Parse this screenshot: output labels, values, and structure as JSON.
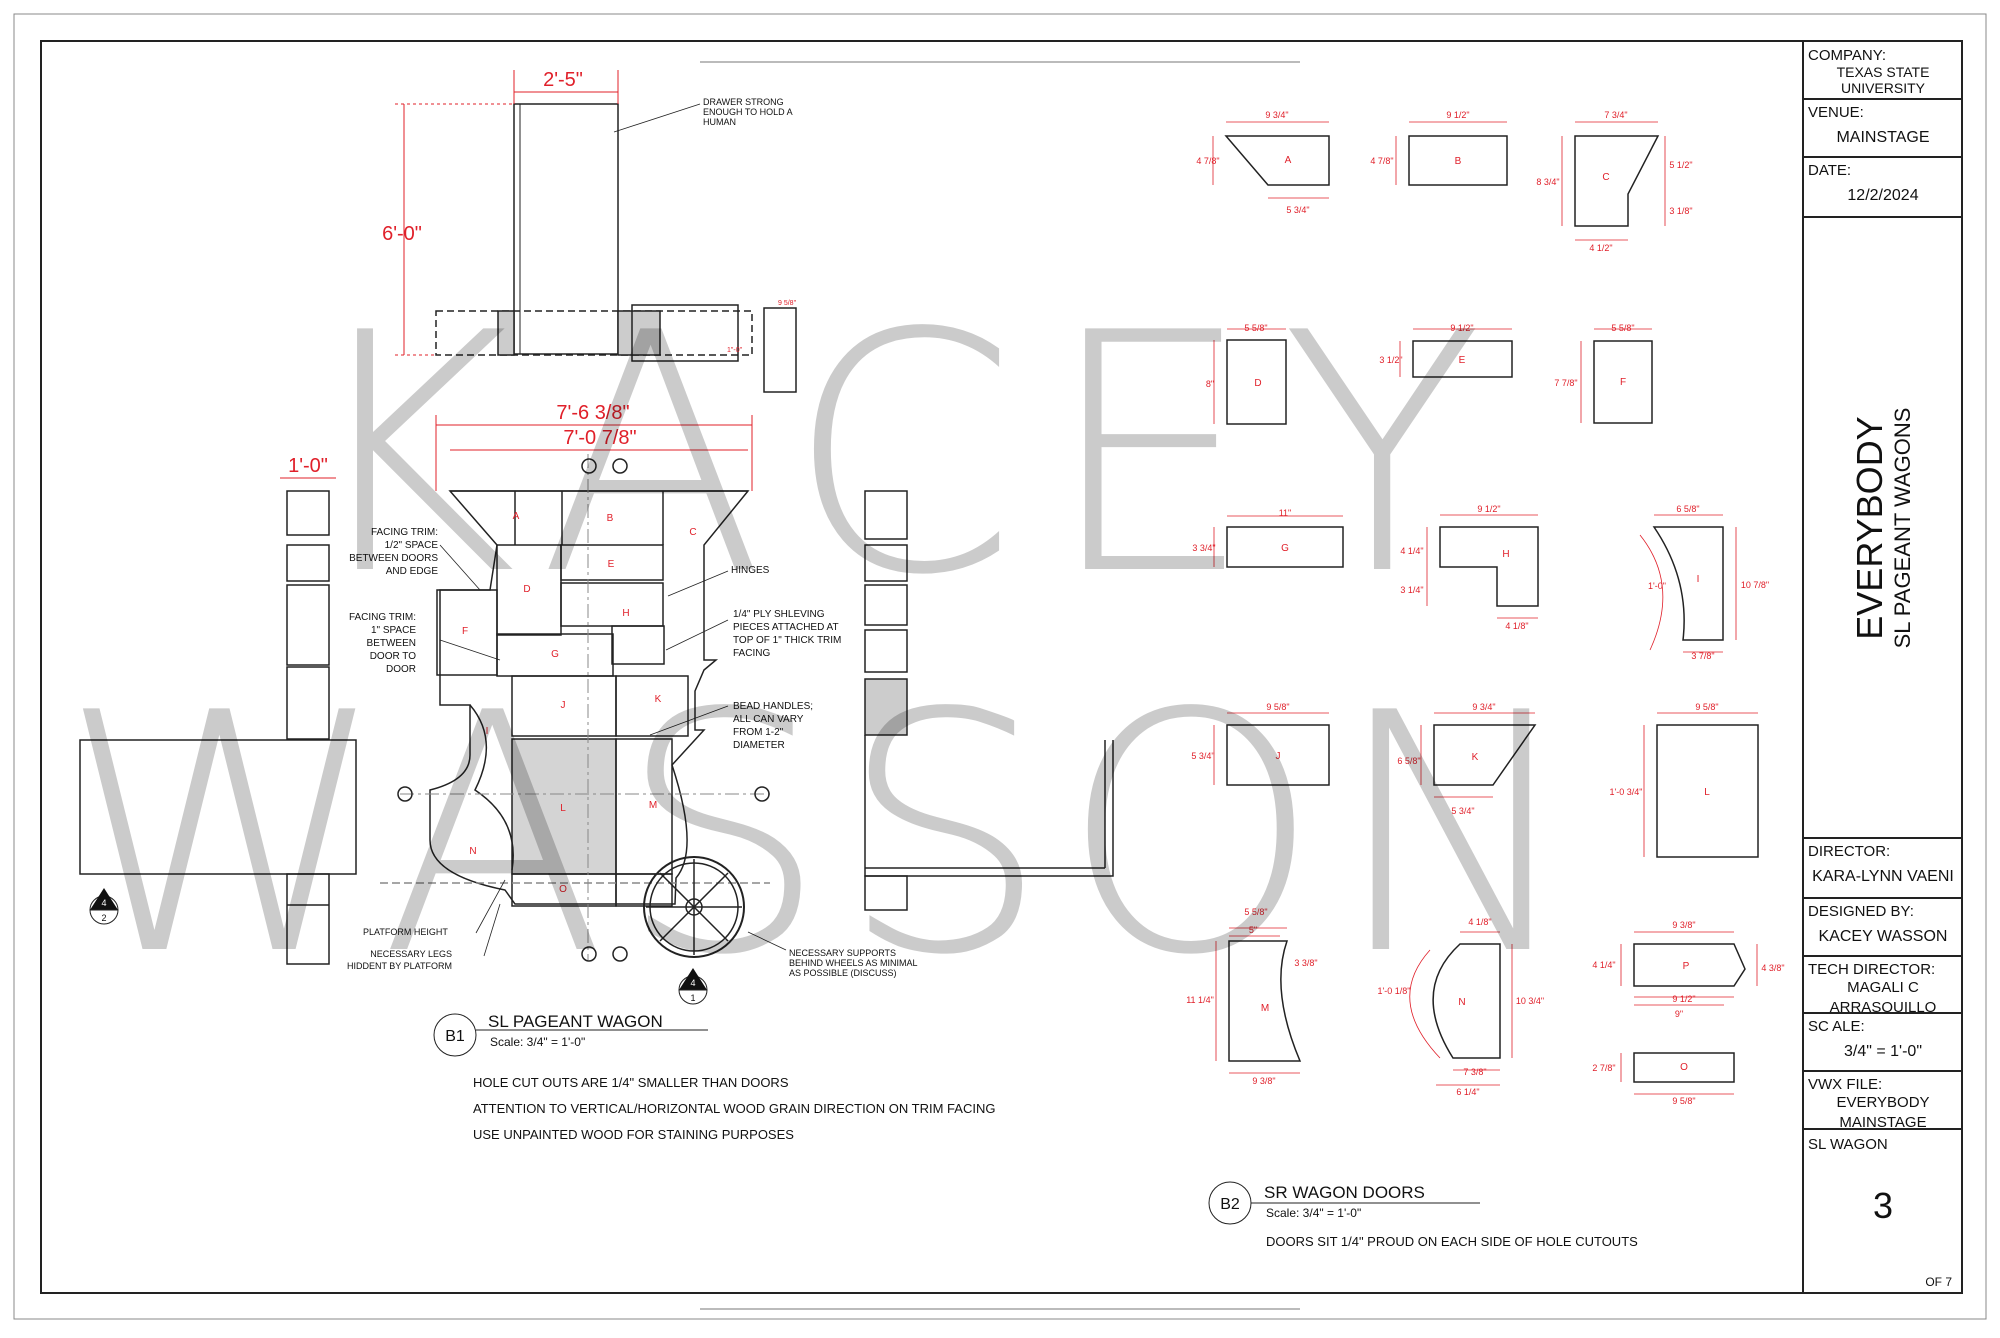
{
  "title_block": {
    "company_label": "COMPANY:",
    "company": "TEXAS STATE UNIVERSITY",
    "venue_label": "VENUE:",
    "venue": "MAINSTAGE",
    "date_label": "DATE:",
    "date": "12/2/2024",
    "show_title": "EVERYBODY",
    "show_subtitle": "SL PAGEANT WAGONS",
    "director_label": "DIRECTOR:",
    "director": "KARA-LYNN VAENI",
    "designed_by_label": "DESIGNED BY:",
    "designed_by": "KACEY WASSON",
    "tech_director_label": "TECH DIRECTOR:",
    "tech_director": "MAGALI C ARRASQUILLO",
    "scale_label": "SC ALE:",
    "scale": "3/4\" = 1'-0\"",
    "vwx_label": "VWX FILE:",
    "vwx": "EVERYBODY MAINSTAGE",
    "sheet_name": "SL WAGON",
    "sheet_number": "3",
    "sheet_of": "OF 7"
  },
  "watermark": {
    "line1": "KACEY",
    "line2": "WASSON"
  },
  "b1": {
    "tag": "B1",
    "title": "SL PAGEANT WAGON",
    "scale": "Scale: 3/4\" = 1'-0\"",
    "dims": {
      "top_width": "2'-5\"",
      "height": "6'-0\"",
      "overall_width": "7'-6 3/8\"",
      "inner_width": "7'-0 7/8\"",
      "side_width": "1'-0\"",
      "small": "9 5/8\"",
      "small2": "1\"-0\""
    },
    "callouts": {
      "drawer": "DRAWER STRONG\nENOUGH TO HOLD A\nHUMAN",
      "facing_trim_1": "FACING TRIM:\n1/2\" SPACE\nBETWEEN DOORS\nAND EDGE",
      "facing_trim_2": "FACING TRIM:\n1\" SPACE\nBETWEEN\nDOOR TO\nDOOR",
      "hinges": "HINGES",
      "shelving": "1/4\" PLY SHLEVING\nPIECES ATTACHED AT\nTOP OF 1\" THICK TRIM\nFACING",
      "handles": "BEAD HANDLES;\nALL CAN VARY\nFROM 1-2\"\nDIAMETER",
      "platform": "PLATFORM HEIGHT",
      "legs": "NECESSARY LEGS\nHIDDENT BY PLATFORM",
      "supports": "NECESSARY SUPPORTS\nBEHIND WHEELS AS MINIMAL\nAS POSSIBLE (DISCUSS)"
    },
    "notes": [
      "HOLE CUT OUTS ARE 1/4\" SMALLER THAN DOORS",
      "ATTENTION TO VERTICAL/HORIZONTAL WOOD GRAIN DIRECTION ON TRIM FACING",
      "USE UNPAINTED WOOD FOR STAINING PURPOSES"
    ],
    "section_marks": [
      {
        "num": "4",
        "sheet": "2"
      },
      {
        "num": "4",
        "sheet": "1"
      }
    ]
  },
  "b2": {
    "tag": "B2",
    "title": "SR WAGON DOORS",
    "scale": "Scale: 3/4\" = 1'-0\"",
    "note": "DOORS SIT 1/4\" PROUD ON EACH SIDE OF HOLE CUTOUTS"
  },
  "door_labels": [
    "A",
    "B",
    "C",
    "D",
    "E",
    "F",
    "G",
    "H",
    "I",
    "J",
    "K",
    "L",
    "M",
    "N",
    "O",
    "P"
  ],
  "door_dims": {
    "A": [
      "9 3/4\"",
      "4 7/8\"",
      "5 3/4\""
    ],
    "B": [
      "9 1/2\"",
      "4 7/8\""
    ],
    "C": [
      "7 3/4\"",
      "8 3/4\"",
      "5 1/2\"",
      "3 1/8\"",
      "4 1/2\""
    ],
    "D": [
      "5 5/8\"",
      "8\""
    ],
    "E": [
      "9 1/2\"",
      "3 1/2\""
    ],
    "F": [
      "5 5/8\"",
      "7 7/8\""
    ],
    "G": [
      "11\"",
      "3 3/4\""
    ],
    "H": [
      "9 1/2\"",
      "4 1/4\"",
      "3 1/4\"",
      "4 1/8\""
    ],
    "I": [
      "6 5/8\"",
      "1'-0\"",
      "10 7/8\"",
      "3 7/8\""
    ],
    "J": [
      "9 5/8\"",
      "5 3/4\""
    ],
    "K": [
      "9 3/4\"",
      "6 5/8\"",
      "5 3/4\""
    ],
    "L": [
      "9 5/8\"",
      "1'-0 3/4\""
    ],
    "M": [
      "5 5/8\"",
      "5\"",
      "3 3/8\"",
      "11 1/4\"",
      "9 3/8\""
    ],
    "N": [
      "4 1/8\"",
      "1'-0 1/8\"",
      "10 3/4\"",
      "7 3/8\"",
      "6 1/4\""
    ],
    "P": [
      "9 3/8\"",
      "4 1/4\"",
      "4 3/8\"",
      "9 1/2\"",
      "9\""
    ],
    "O": [
      "2 7/8\"",
      "9 5/8\""
    ]
  },
  "colors": {
    "dimension": "#e0202a",
    "line": "#222222",
    "watermark": "#000000"
  }
}
